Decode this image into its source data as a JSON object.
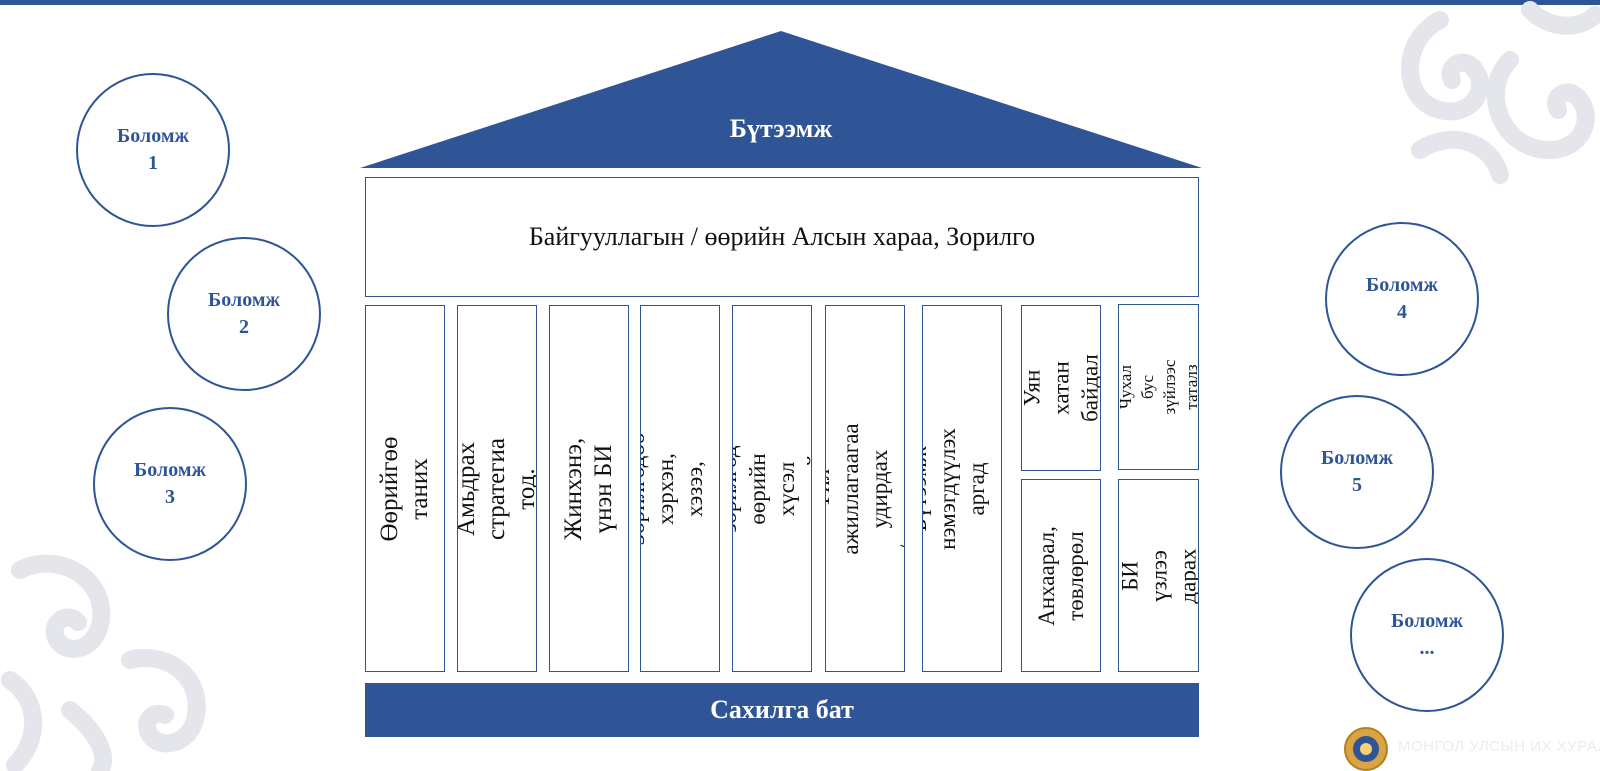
{
  "colors": {
    "primary": "#2f5597",
    "ornament": "#e6e8ee"
  },
  "roof": {
    "title": "Бүтээмж"
  },
  "vision": {
    "text": "Байгууллагын / өөрийн Алсын хараа, Зорилго"
  },
  "pillars": [
    "Өөрийгөө таних",
    "Амьдрах стратегиа тод.",
    "Жинхэнэ, үнэн БИ",
    "Зорилгодоо хэрхэн, хэзээ,\nяаж….",
    "Б/зорилгод өөрийн хүсэл\nзоригийг нэтгэх",
    "Үйл ажиллагаагаа удирдах\n/ цаг хугацаа",
    "Бүтээмж нэмэгдүүлэх аргад\nсуралцах",
    "Уян хатан\nбайдал",
    "Анхаарал,\nтөвлөрөл",
    "Чухал бус\nзүйлээс таталз",
    "БИ үзлээ\nдарах"
  ],
  "base": {
    "text": "Сахилга бат"
  },
  "opportunities": [
    {
      "word": "Боломж",
      "num": "1"
    },
    {
      "word": "Боломж",
      "num": "2"
    },
    {
      "word": "Боломж",
      "num": "3"
    },
    {
      "word": "Боломж",
      "num": "4"
    },
    {
      "word": "Боломж",
      "num": "5"
    },
    {
      "word": "Боломж",
      "num": "..."
    }
  ],
  "footer": {
    "logo_icon": "state-emblem-icon",
    "org_name": "МОНГОЛ УЛСЫН ИХ ХУРАЛ"
  }
}
